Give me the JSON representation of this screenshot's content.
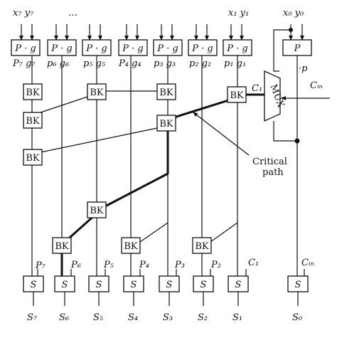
{
  "inputs": [
    {
      "text": "x₇ y₇"
    },
    {
      "text": "…"
    },
    {
      "text": "x₁ y₁"
    },
    {
      "text": "x₀ y₀"
    }
  ],
  "pg_label": "P · g",
  "p0_label": "P",
  "pg_outputs": [
    "P₇ g₇",
    "p₆ g₆",
    "p₅ g₅",
    "P₄ g₄",
    "p₃ g₃",
    "p₂ g₂",
    "p₁ g₁"
  ],
  "p0_output": "·p",
  "bk_label": "BK",
  "mux_label": "MUX",
  "c1_label": "C₁",
  "cin_label": "Cᵢₙ",
  "critical_label_line1": "Critical",
  "critical_label_line2": "path",
  "s_box_label": "S",
  "s_inputs": [
    "P₇",
    "P₆",
    "P₅",
    "P₄",
    "P₃",
    "P₂",
    "C₁",
    "Cᵢₙ"
  ],
  "s_outputs": [
    "S₇",
    "S₆",
    "S₅",
    "S₄",
    "S₃",
    "S₂",
    "S₁",
    "S₀"
  ]
}
